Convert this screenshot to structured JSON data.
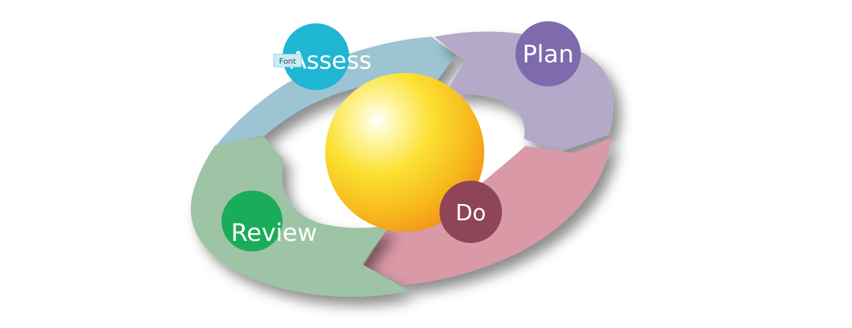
{
  "cycle": {
    "stages": [
      {
        "id": "assess",
        "label": "Assess",
        "color": "#1fb6d4"
      },
      {
        "id": "plan",
        "label": "Plan",
        "color": "#7f6aad"
      },
      {
        "id": "do",
        "label": "Do",
        "color": "#8e4557"
      },
      {
        "id": "review",
        "label": "Review",
        "color": "#1bac5a"
      }
    ],
    "arrow_colors": {
      "assess": "#9dc4d2",
      "plan": "#b4a9c8",
      "do": "#d999a6",
      "review": "#9cc4a5"
    },
    "center_sphere_color": "#f8d21c"
  },
  "tooltip": {
    "label": "Font"
  }
}
